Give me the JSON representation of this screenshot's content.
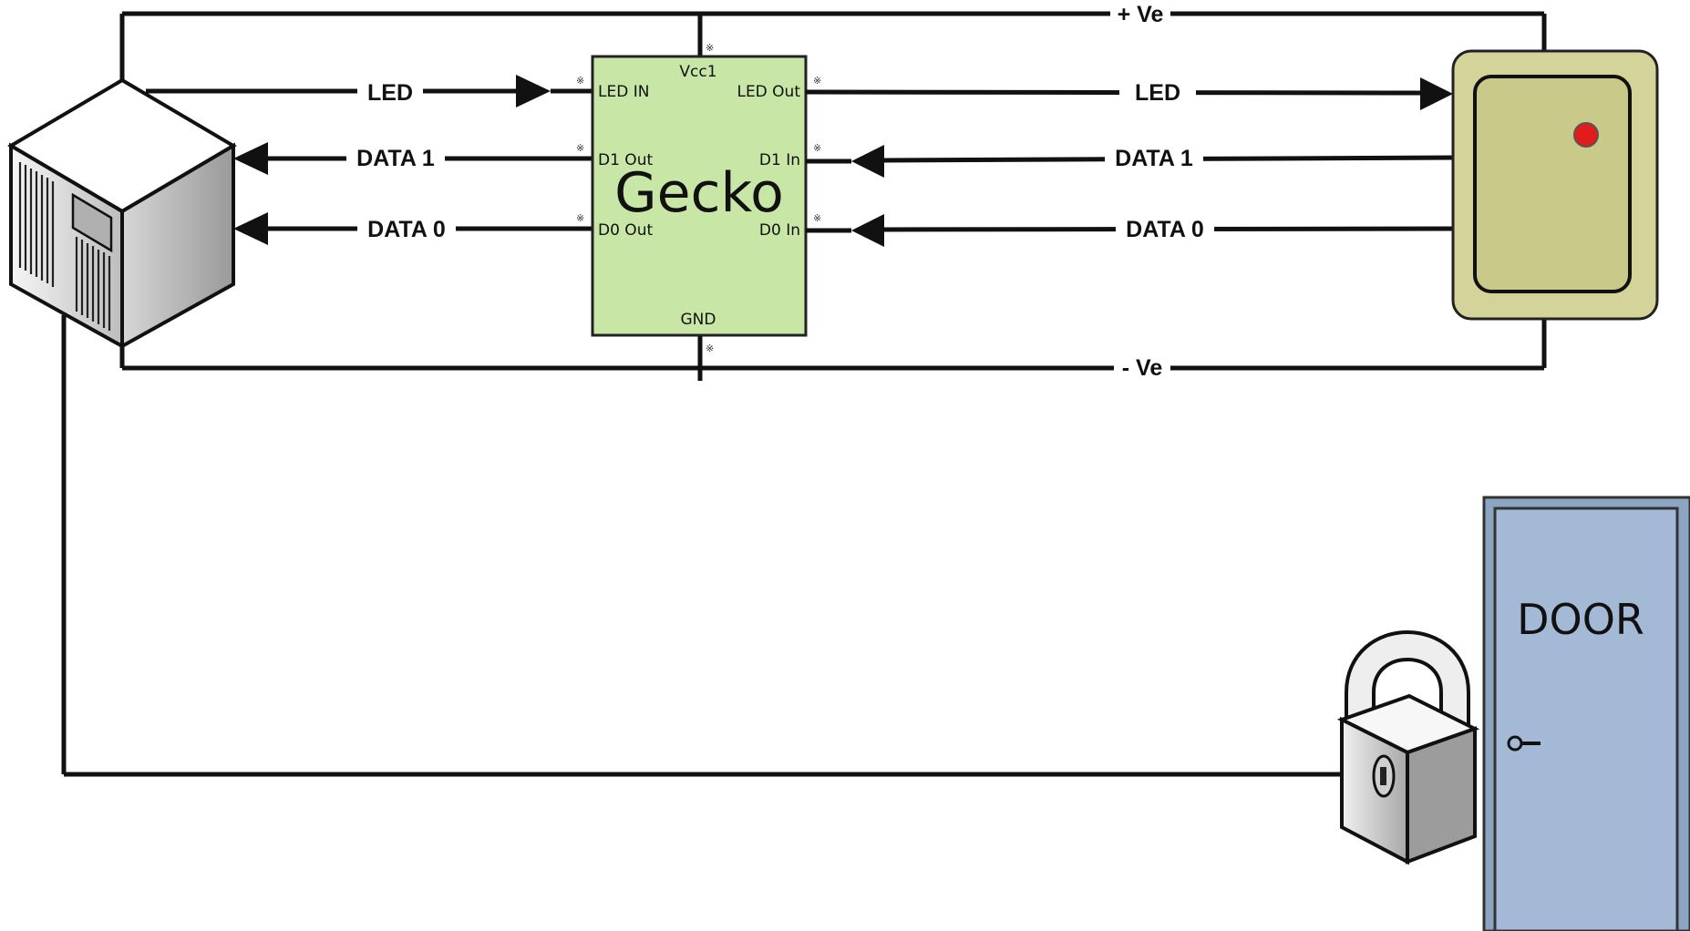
{
  "rails": {
    "positive": "+ Ve",
    "negative": "- Ve"
  },
  "left_wires": {
    "led": "LED",
    "data1": "DATA 1",
    "data0": "DATA 0"
  },
  "right_wires": {
    "led": "LED",
    "data1": "DATA 1",
    "data0": "DATA 0"
  },
  "gecko": {
    "title": "Gecko",
    "pins": {
      "vcc": "Vcc1",
      "gnd": "GND",
      "led_in": "LED IN",
      "led_out": "LED Out",
      "d1_out": "D1 Out",
      "d1_in": "D1 In",
      "d0_out": "D0 Out",
      "d0_in": "D0 In"
    },
    "pin_marker": "※",
    "fill": "#c8e6a5"
  },
  "reader": {
    "body_color": "#d3d39a",
    "led_color": "#e31b1b"
  },
  "door": {
    "label": "DOOR",
    "color": "#a3b9d6"
  }
}
